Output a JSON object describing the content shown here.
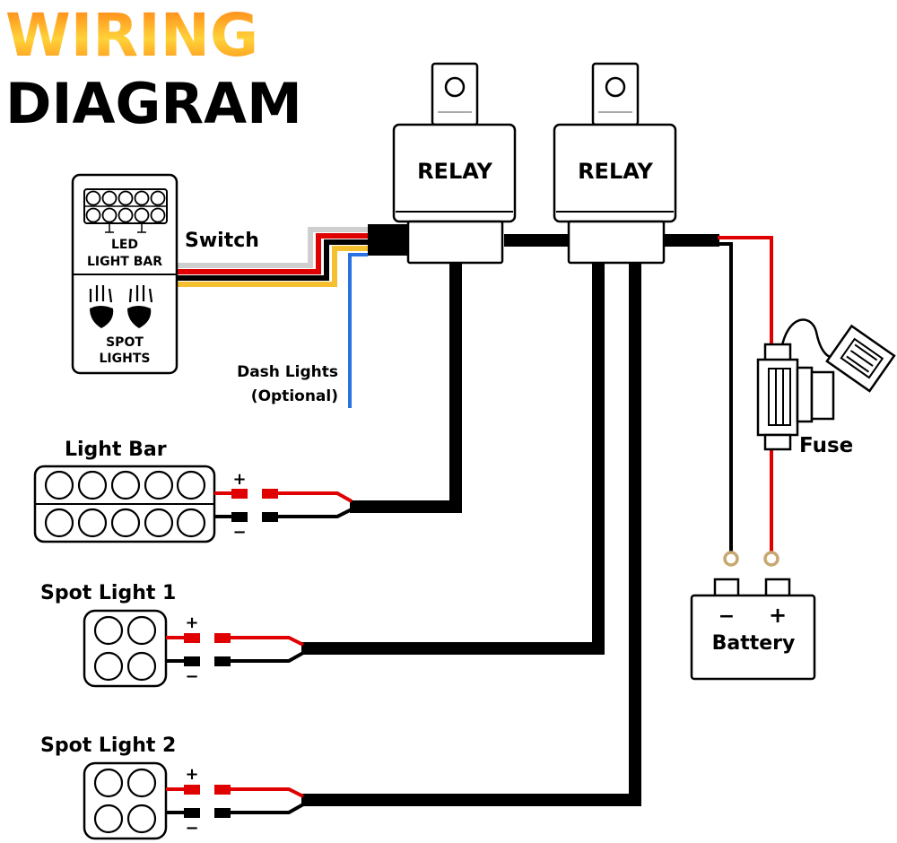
{
  "title": {
    "line1": "WIRING",
    "line2": "DIAGRAM",
    "line1_gradient": [
      "#ffd23a",
      "#ff7a10"
    ]
  },
  "switch_panel": {
    "label": "Switch",
    "top_label_line1": "LED",
    "top_label_line2": "LIGHT BAR",
    "bottom_label_line1": "SPOT",
    "bottom_label_line2": "LIGHTS"
  },
  "switch_wires": [
    {
      "name": "gray-wire",
      "color": "#cfcfcf"
    },
    {
      "name": "red-wire",
      "color": "#e00000"
    },
    {
      "name": "black-wire",
      "color": "#000000"
    },
    {
      "name": "yellow-wire",
      "color": "#f5c030"
    }
  ],
  "dash_lights": {
    "line1": "Dash Lights",
    "line2": "(Optional)",
    "wire_color": "#2a72e0"
  },
  "relays": [
    {
      "label": "RELAY"
    },
    {
      "label": "RELAY"
    }
  ],
  "fuse": {
    "label": "Fuse"
  },
  "battery": {
    "label": "Battery",
    "negative_symbol": "−",
    "positive_symbol": "+",
    "terminal_ring_color": "#c8a870"
  },
  "lights": [
    {
      "label": "Light Bar",
      "plus": "+",
      "minus": "−"
    },
    {
      "label": "Spot Light 1",
      "plus": "+",
      "minus": "−"
    },
    {
      "label": "Spot Light 2",
      "plus": "+",
      "minus": "−"
    }
  ],
  "colors": {
    "positive_wire": "#e00000",
    "negative_wire": "#000000",
    "harness": "#000000"
  }
}
